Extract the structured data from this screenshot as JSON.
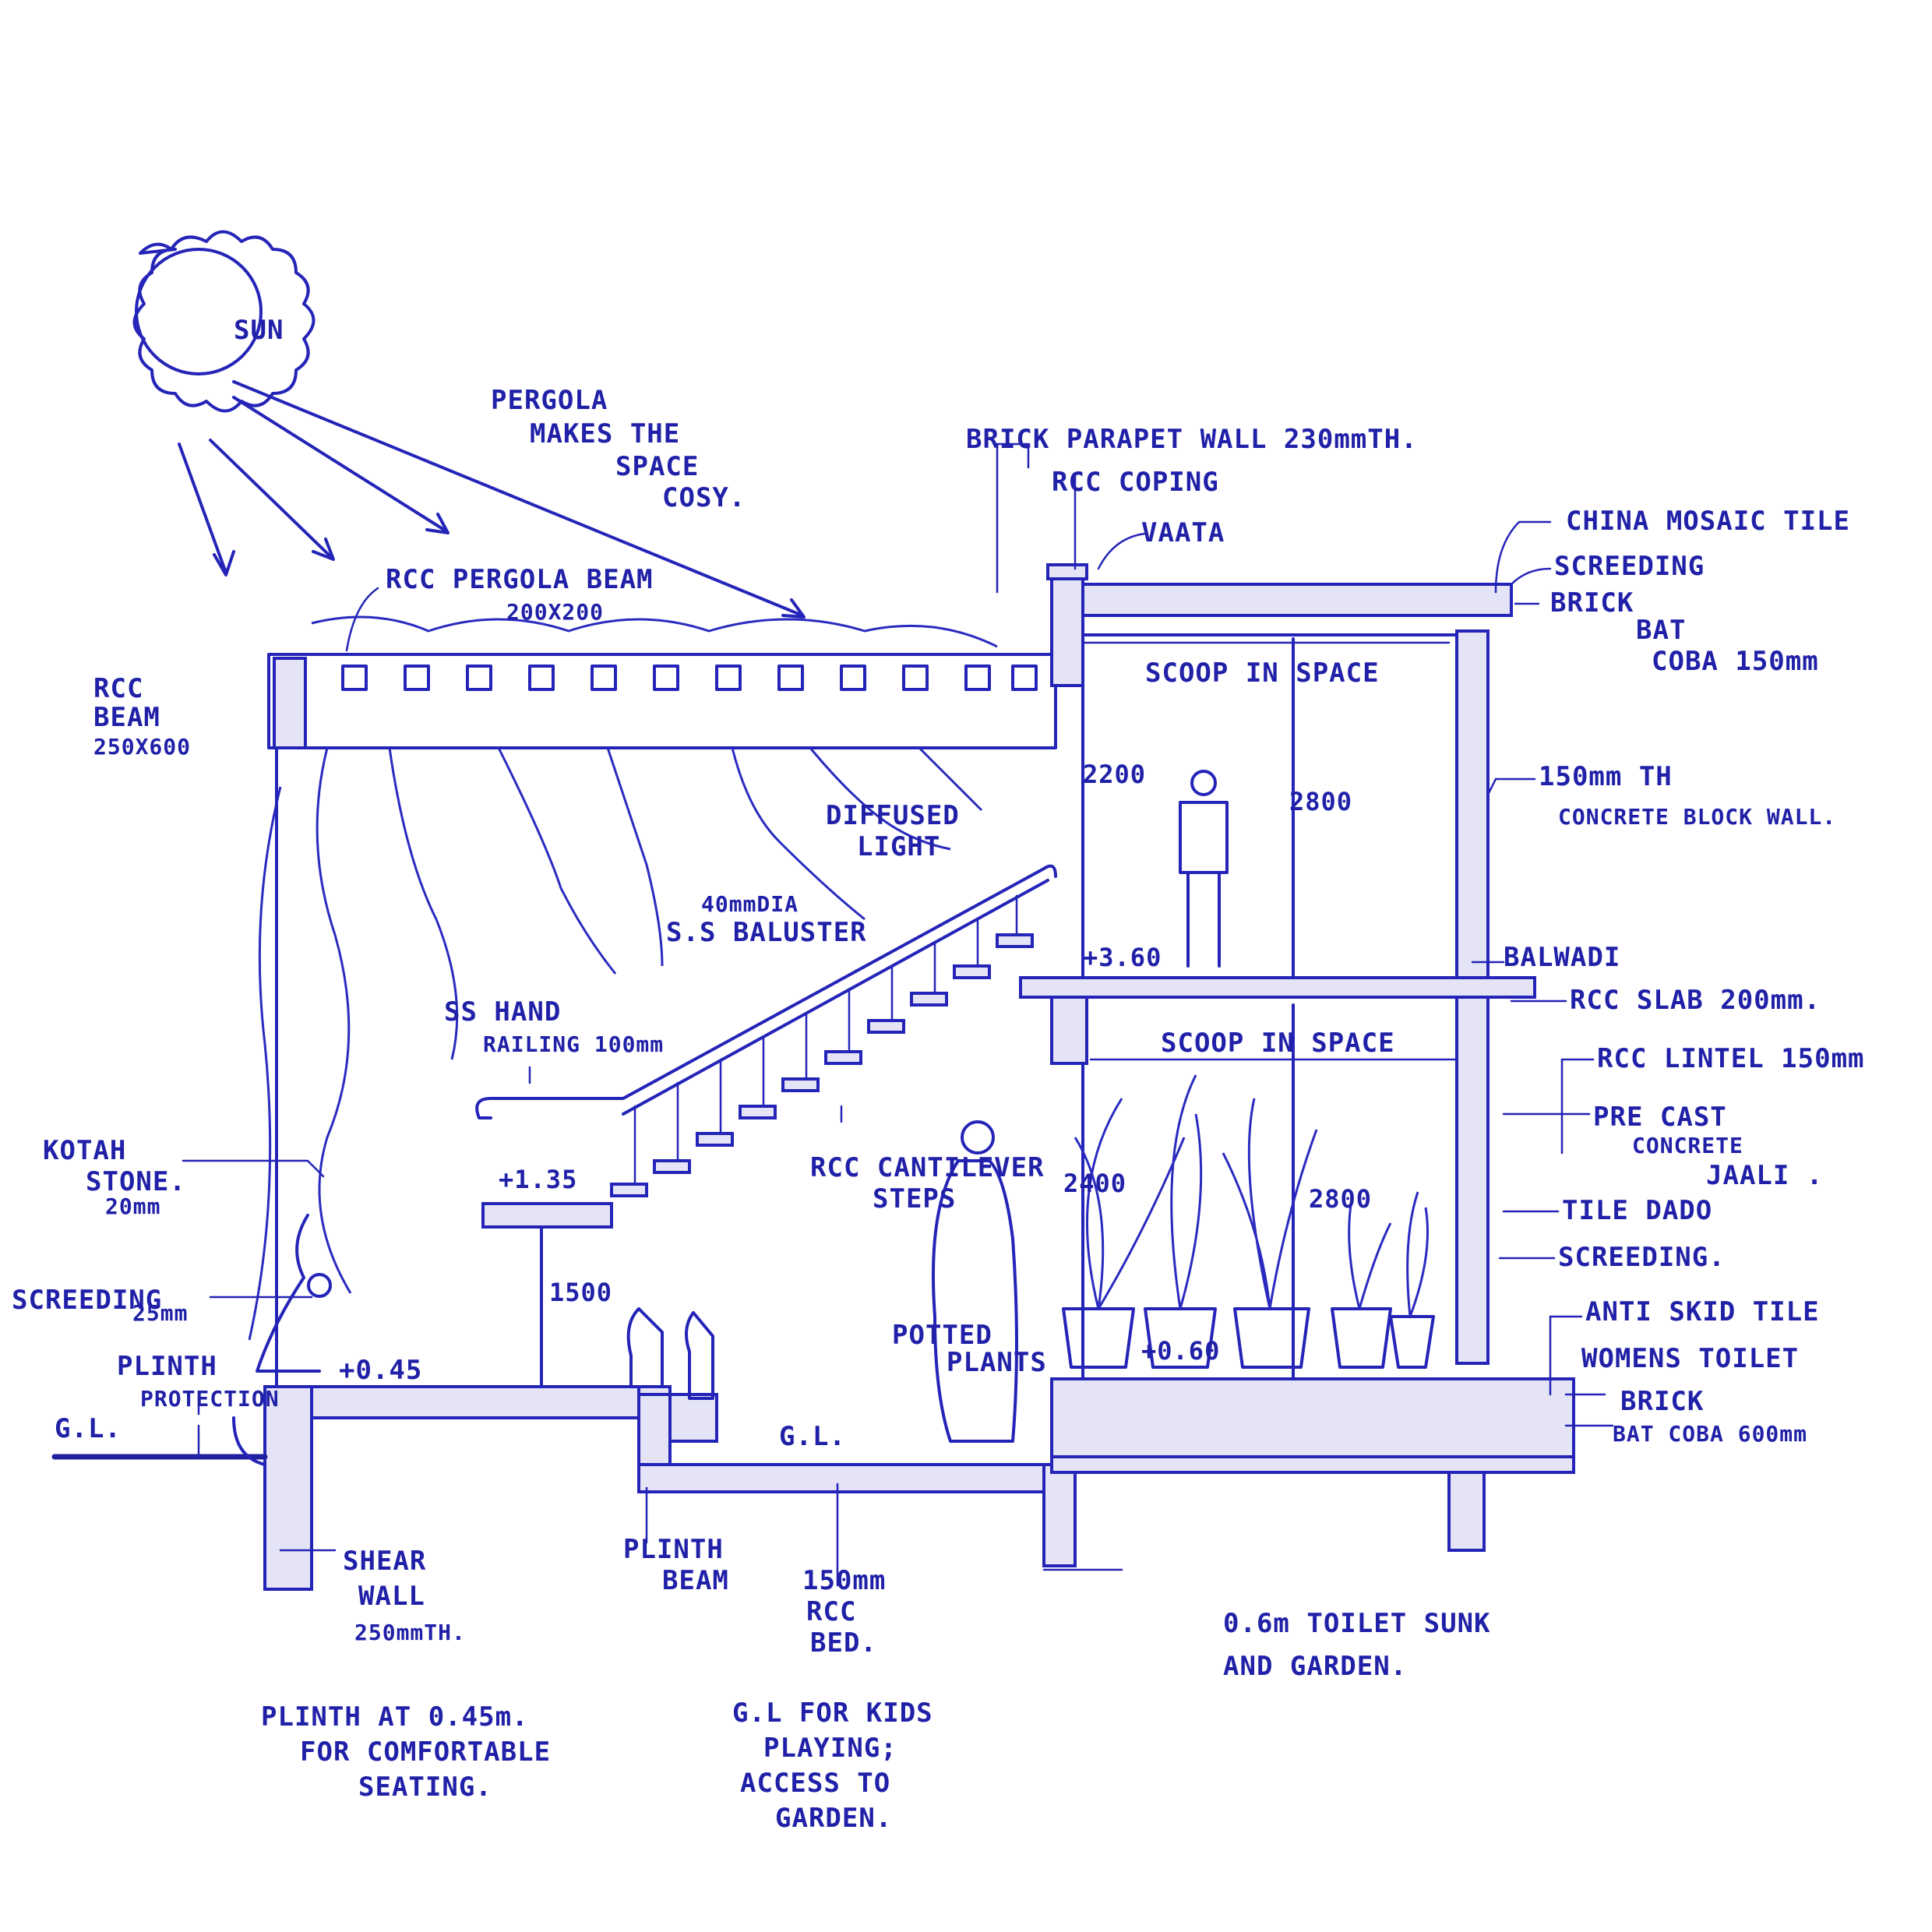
{
  "labels": {
    "sun": "SUN",
    "pergola_1": "PERGOLA",
    "pergola_2": "MAKES THE",
    "pergola_3": "SPACE",
    "pergola_4": "COSY.",
    "rcc_pergola_beam_1": "RCC PERGOLA BEAM",
    "rcc_pergola_beam_2": "200X200",
    "rcc_beam_1": "RCC",
    "rcc_beam_2": "BEAM",
    "rcc_beam_3": "250X600",
    "diffused_light_1": "DIFFUSED",
    "diffused_light_2": "LIGHT",
    "baluster_1": "40mmDIA",
    "baluster_2": "S.S BALUSTER",
    "hand_railing_1": "SS HAND",
    "hand_railing_2": "RAILING 100mm",
    "kotah_stone_1": "KOTAH",
    "kotah_stone_2": "STONE.",
    "kotah_stone_3": "20mm",
    "screeding_25_1": "SCREEDING",
    "screeding_25_2": "25mm",
    "plinth_protection_1": "PLINTH",
    "plinth_protection_2": "PROTECTION",
    "gl_left": "G.L.",
    "gl_mid": "G.L.",
    "rcc_cantilever_1": "RCC CANTILEVER",
    "rcc_cantilever_2": "STEPS",
    "potted_plants_1": "POTTED",
    "potted_plants_2": "PLANTS",
    "brick_parapet": "BRICK PARAPET WALL 230mmTH.",
    "rcc_coping": "RCC COPING",
    "vaata": "VAATA",
    "scoop_upper": "SCOOP IN SPACE",
    "scoop_lower": "SCOOP IN SPACE",
    "china_mosaic": "CHINA MOSAIC TILE",
    "screeding_top": "SCREEDING",
    "brick_bat_1": "BRICK",
    "brick_bat_2": "BAT",
    "brick_bat_3": "COBA 150mm",
    "block_wall_1": "150mm TH",
    "block_wall_2": "CONCRETE BLOCK WALL.",
    "balwadi": "BALWADI",
    "rcc_slab": "RCC SLAB 200mm.",
    "rcc_lintel": "RCC LINTEL 150mm",
    "precast_1": "PRE CAST",
    "precast_2": "CONCRETE",
    "precast_3": "JAALI .",
    "tile_dado": "TILE DADO",
    "screeding_mid": "SCREEDING.",
    "anti_skid": "ANTI SKID TILE",
    "womens_toilet": "WOMENS TOILET",
    "brick_bat_600_1": "BRICK",
    "brick_bat_600_2": "BAT COBA 600mm",
    "shear_wall_1": "SHEAR",
    "shear_wall_2": "WALL",
    "shear_wall_3": "250mmTH.",
    "plinth_beam_1": "PLINTH",
    "plinth_beam_2": "BEAM",
    "rcc_bed_1": "150mm",
    "rcc_bed_2": "RCC",
    "rcc_bed_3": "BED.",
    "toilet_sunk_1": "0.6m TOILET SUNK",
    "toilet_sunk_2": "AND GARDEN.",
    "note_plinth_1": "PLINTH AT 0.45m.",
    "note_plinth_2": "FOR COMFORTABLE",
    "note_plinth_3": "SEATING.",
    "note_gl_1": "G.L FOR KIDS",
    "note_gl_2": "PLAYING;",
    "note_gl_3": "ACCESS TO",
    "note_gl_4": "GARDEN."
  },
  "dimensions": {
    "lvl_upper": "+3.60",
    "lvl_landing": "+1.35",
    "lvl_plinth": "+0.45",
    "lvl_garden": "+0.60",
    "h_2200": "2200",
    "h_2800_upper": "2800",
    "h_1500": "1500",
    "h_2400": "2400",
    "h_2800_lower": "2800"
  }
}
